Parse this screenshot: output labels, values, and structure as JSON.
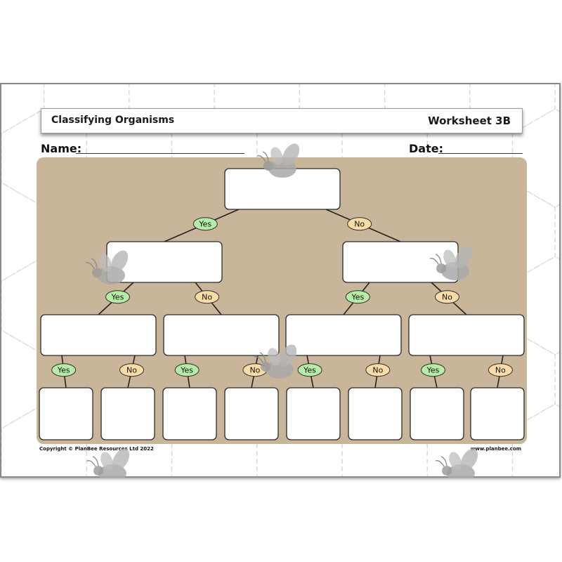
{
  "header": {
    "title": "Classifying Organisms",
    "worksheet": "Worksheet 3B"
  },
  "fields": {
    "name_label": "Name:",
    "date_label": "Date:"
  },
  "tree": {
    "yes_label": "Yes",
    "no_label": "No",
    "levels": [
      1,
      2,
      4,
      8
    ]
  },
  "footer": {
    "copyright": "Copyright © PlanBee Resources Ltd 2022",
    "website": "www.planbee.com"
  },
  "colors": {
    "panel": "#c8b59a",
    "yes": "#b7eca8",
    "no": "#fbdca6",
    "bee": "#a9a9a9"
  },
  "icons": [
    "bee-icon"
  ]
}
